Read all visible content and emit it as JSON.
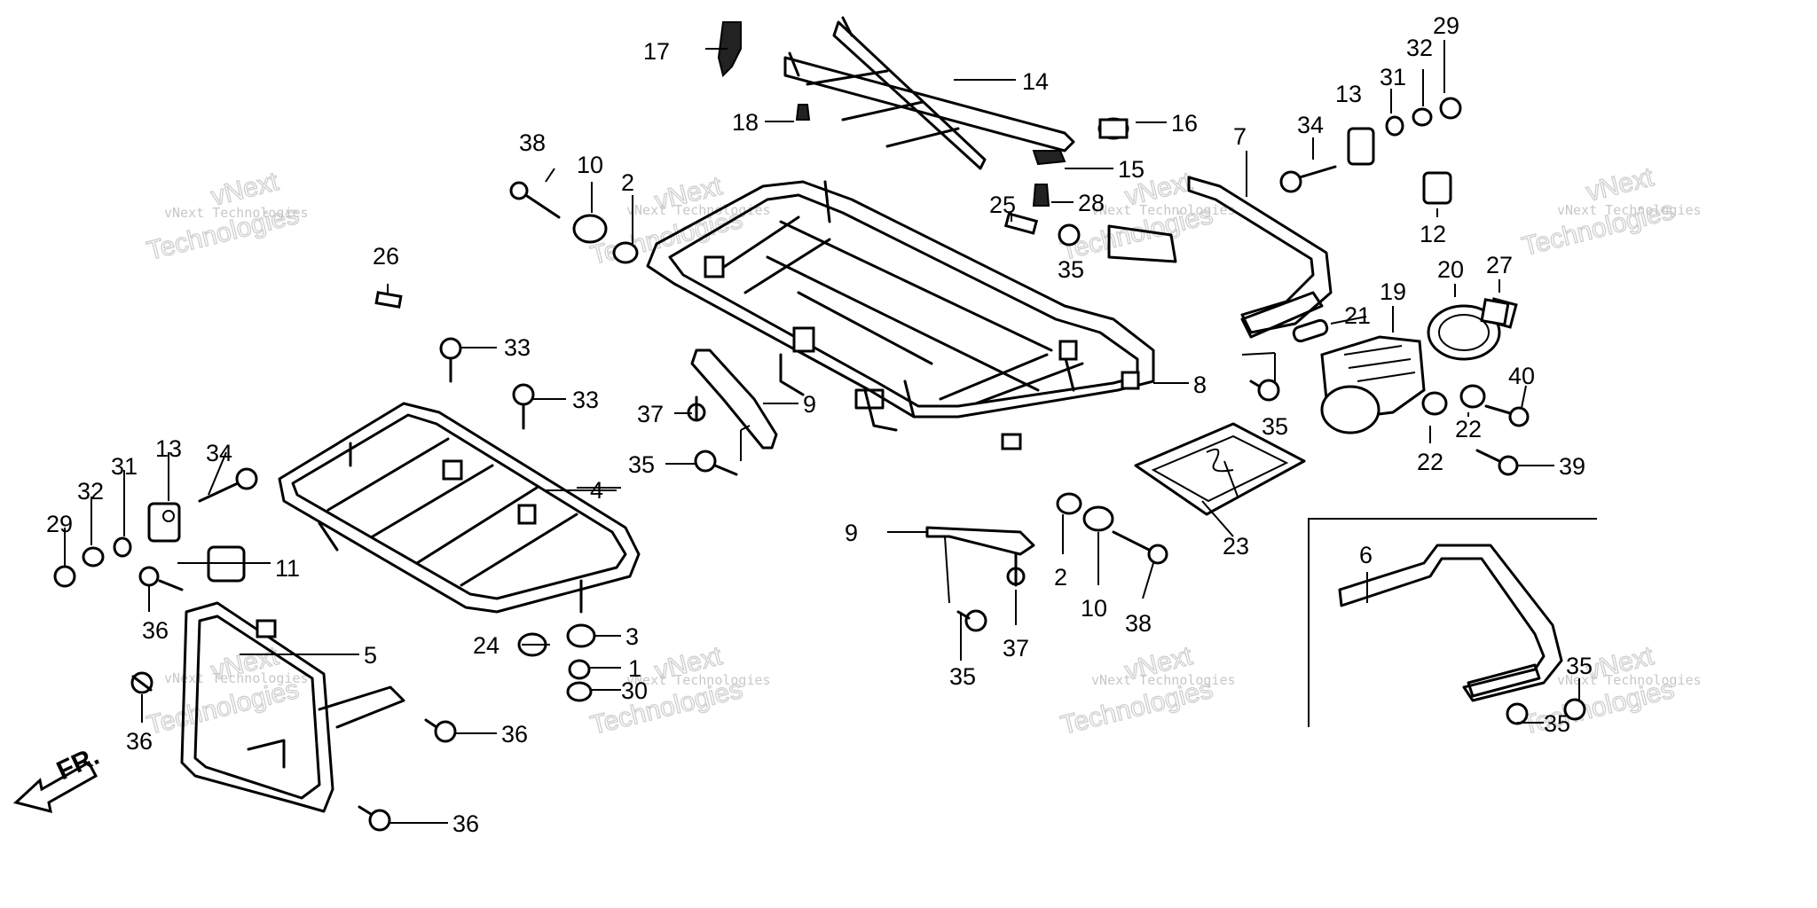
{
  "watermark": {
    "company": "vNext Technologies",
    "word1": "vNext",
    "word2": "Technologies"
  },
  "direction": {
    "label": "FR."
  },
  "callouts": {
    "c1": "1",
    "c2a": "2",
    "c2b": "2",
    "c3": "3",
    "c4": "4",
    "c5": "5",
    "c6": "6",
    "c7": "7",
    "c8": "8",
    "c9a": "9",
    "c9b": "9",
    "c10a": "10",
    "c10b": "10",
    "c11": "11",
    "c12": "12",
    "c13a": "13",
    "c13b": "13",
    "c14": "14",
    "c15": "15",
    "c16": "16",
    "c17": "17",
    "c18": "18",
    "c19": "19",
    "c20": "20",
    "c21": "21",
    "c22a": "22",
    "c22b": "22",
    "c23": "23",
    "c24": "24",
    "c25": "25",
    "c26": "26",
    "c27": "27",
    "c28": "28",
    "c29a": "29",
    "c29b": "29",
    "c30": "30",
    "c31a": "31",
    "c31b": "31",
    "c32a": "32",
    "c32b": "32",
    "c33a": "33",
    "c33b": "33",
    "c34a": "34",
    "c34b": "34",
    "c35a": "35",
    "c35b": "35",
    "c35c": "35",
    "c35d": "35",
    "c35e": "35",
    "c35f": "35",
    "c36a": "36",
    "c36b": "36",
    "c36c": "36",
    "c36d": "36",
    "c37a": "37",
    "c37b": "37",
    "c38a": "38",
    "c38b": "38",
    "c39": "39",
    "c40": "40"
  }
}
